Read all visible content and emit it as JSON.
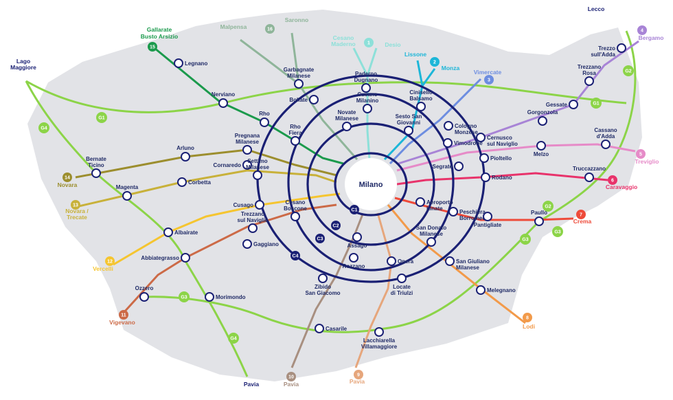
{
  "center": "Milano",
  "colors": {
    "ring": "#1a2074",
    "g": "#8cd448",
    "background_region": "#e2e3e7",
    "line1": "#8de0d9",
    "line2": "#1cb6d8",
    "line3": "#6d8de0",
    "line4": "#a884d6",
    "line5": "#e68bc8",
    "line6": "#e8336b",
    "line7": "#ee4b3a",
    "line8": "#f29a4a",
    "line9": "#e6a67c",
    "line10": "#a88f80",
    "line11": "#cc6a47",
    "line12": "#f5c530",
    "line13": "#c8b13a",
    "line14": "#9c8e2e",
    "line15": "#1b9a4c",
    "line16": "#8fb59a"
  },
  "ring_labels": [
    "C1",
    "C2",
    "C3",
    "C4"
  ],
  "g_labels": [
    "G1",
    "G1",
    "G2",
    "G2",
    "G3",
    "G3",
    "G3",
    "G4",
    "G4"
  ],
  "lines": [
    {
      "num": "1",
      "dest": "Cesano\nMaderno",
      "dest2": "Desio",
      "color": "#8de0d9"
    },
    {
      "num": "2",
      "dest": "Lissone",
      "dest2": "Monza",
      "color": "#1cb6d8"
    },
    {
      "num": "3",
      "dest": "Vimercate",
      "color": "#6d8de0"
    },
    {
      "num": "4",
      "dest": "Bergamo",
      "color": "#a884d6"
    },
    {
      "num": "5",
      "dest": "Treviglio",
      "color": "#e68bc8"
    },
    {
      "num": "6",
      "dest": "Caravaggio",
      "color": "#e8336b"
    },
    {
      "num": "7",
      "dest": "Crema",
      "color": "#ee4b3a"
    },
    {
      "num": "8",
      "dest": "Lodi",
      "color": "#f29a4a"
    },
    {
      "num": "9",
      "dest": "Pavia",
      "color": "#e6a67c"
    },
    {
      "num": "10",
      "dest": "Pavia",
      "color": "#a88f80"
    },
    {
      "num": "11",
      "dest": "Vigevano",
      "color": "#cc6a47"
    },
    {
      "num": "12",
      "dest": "Vercelli",
      "color": "#f5c530"
    },
    {
      "num": "13",
      "dest": "Novara /\nTrecate",
      "color": "#c8b13a"
    },
    {
      "num": "14",
      "dest": "Novara",
      "color": "#9c8e2e"
    },
    {
      "num": "15",
      "dest": "Gallarate\nBusto Arsizio",
      "color": "#1b9a4c"
    },
    {
      "num": "16",
      "dest": "Saronno",
      "dest2": "Malpensa",
      "color": "#8fb59a"
    }
  ],
  "destinations": {
    "lecco": "Lecco",
    "lago_maggiore": "Lago\nMaggiore",
    "pavia_g4": "Pavia"
  },
  "stations": [
    "Legnano",
    "Garbagnate\nMilanese",
    "Paderno\nDugnano",
    "Bollate",
    "Cusano\nMilanino",
    "Cinisello\nBalsamo",
    "Nerviano",
    "Novate\nMilanese",
    "Sesto San\nGiovanni",
    "Cologno\nMonzese",
    "Rho",
    "Rho\nFiera",
    "Pregnana\nMilanese",
    "Arluno",
    "Cornaredo",
    "Settimo\nMilanese",
    "Bernate\nTicino",
    "Magenta",
    "Corbetta",
    "Cusago",
    "Cesano\nBoscone",
    "Trezzano\nsul Naviglio",
    "Gaggiano",
    "Albairate",
    "Abbiategrasso",
    "Ozzero",
    "Morimondo",
    "Casarile",
    "Zibido\nSan Giacomo",
    "Rozzano",
    "Assago",
    "Opera",
    "Locate\ndi Triulzi",
    "Lacchiarella\nVillamaggiore",
    "San Donato\nMilanese",
    "San Giuliano\nMilanese",
    "Melegnano",
    "Aeroporto\nLinate",
    "Peschiera\nBorromeo",
    "Pantigliate",
    "Paullo",
    "Segrate",
    "Pioltello",
    "Rodano",
    "Vimodrone",
    "Cernusco\nsul Naviglio",
    "Gorgonzola",
    "Gessate",
    "Melzo",
    "Truccazzano",
    "Cassano\nd'Adda",
    "Trezzano\nRosa",
    "Trezzo\nsull'Adda"
  ]
}
